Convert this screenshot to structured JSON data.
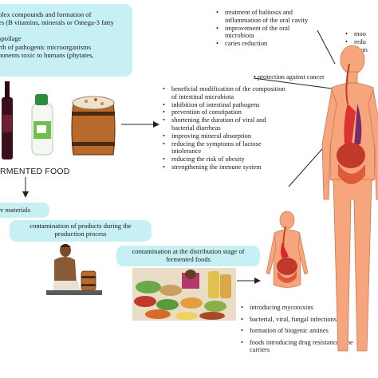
{
  "benefits_box": {
    "lines": [
      "plex compounds and formation of",
      "es (B vitamins, minerals or Omega-3 fatty",
      "",
      " spoilage",
      "rth of pathogenic microorganisms",
      "ponents toxic to humans (phytates,"
    ]
  },
  "oral_benefits": [
    "treatment of halitosis and inflammation of the oral cavity",
    "improvement of the oral microbiota",
    "caries reduction"
  ],
  "right_cut": [
    "moo",
    "redu",
    "sym"
  ],
  "cancer_label": "protection against  cancer",
  "gut_benefits": [
    "beneficial modification of the composition of intestinal microbiota",
    "inhibition of intestinal pathogens",
    "prevention of constipation",
    "shortening the duration of viral and bacterial diarrheas",
    "improving mineral absorption",
    "reducing the symptoms of lactose intolerance",
    "reducing the risk of obesity",
    "strengthening the immune system"
  ],
  "fermented_label": "RMENTED FOOD",
  "raw_label": "v materials",
  "production_label": "contamination of products during the production process",
  "distribution_label": "contamination at the distribution stage of fermented foods",
  "risks": [
    "introducing mycotoxins",
    "bacterial, viral, fungal infections",
    "formation of biogenic amines",
    "foods introducing drug resistance gene carriers"
  ],
  "colors": {
    "bubble": "#c7f0f4",
    "skin": "#f6a57c",
    "organ_red": "#d8262b",
    "wine": "#3a0f1c",
    "barrel": "#b86a2d"
  },
  "icons": [
    "wine-bottle-icon",
    "milk-bottle-icon",
    "barrel-icon",
    "human-body-icon",
    "market-icon",
    "worker-icon"
  ]
}
